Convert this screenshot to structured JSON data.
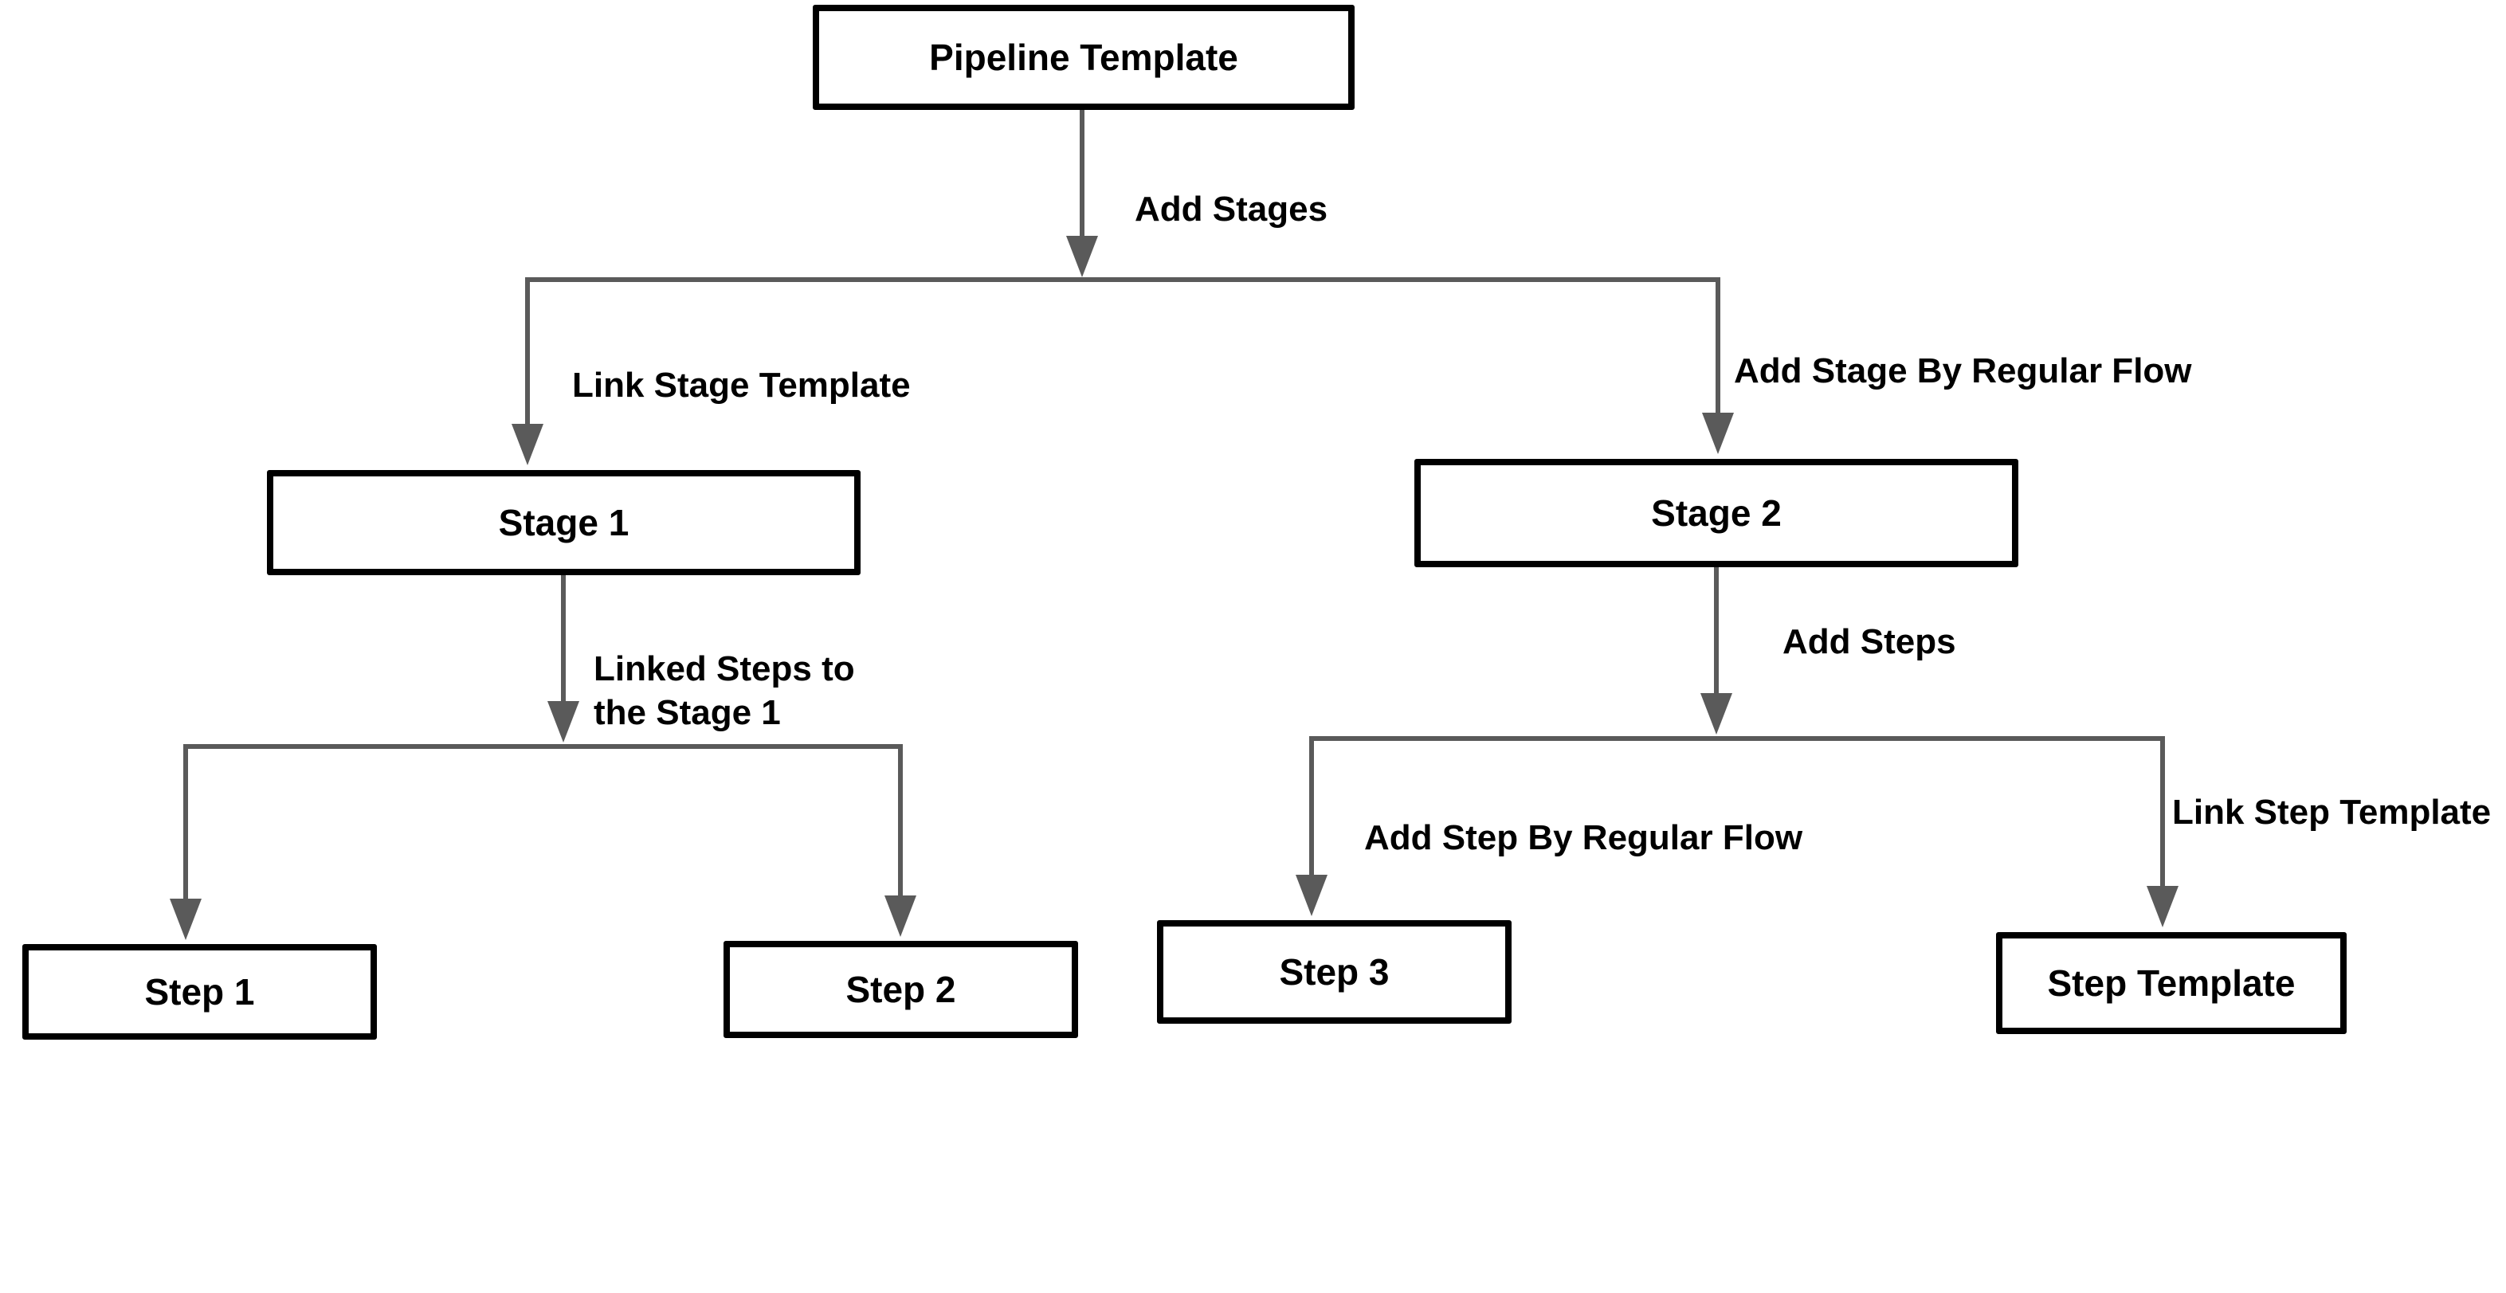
{
  "diagram": {
    "type": "flowchart",
    "direction": "top-down"
  },
  "nodes": {
    "pipeline_template": "Pipeline Template",
    "stage1": "Stage 1",
    "stage2": "Stage 2",
    "step1": "Step 1",
    "step2": "Step 2",
    "step3": "Step 3",
    "step_template": "Step Template"
  },
  "edges": {
    "add_stages": "Add Stages",
    "link_stage_template": "Link Stage Template",
    "add_stage_by_regular_flow": "Add Stage By Regular Flow",
    "linked_steps_to_stage1": "Linked Steps to\nthe Stage 1",
    "add_steps": "Add Steps",
    "add_step_by_regular_flow": "Add Step By Regular Flow",
    "link_step_template": "Link Step Template"
  },
  "relations": [
    {
      "from": "Pipeline Template",
      "to": "Stage 1",
      "label": "Add Stages / Link Stage Template"
    },
    {
      "from": "Pipeline Template",
      "to": "Stage 2",
      "label": "Add Stages / Add Stage By Regular Flow"
    },
    {
      "from": "Stage 1",
      "to": "Step 1",
      "label": "Linked Steps to the Stage 1"
    },
    {
      "from": "Stage 1",
      "to": "Step 2",
      "label": "Linked Steps to the Stage 1"
    },
    {
      "from": "Stage 2",
      "to": "Step 3",
      "label": "Add Steps / Add Step By Regular Flow"
    },
    {
      "from": "Stage 2",
      "to": "Step Template",
      "label": "Add Steps / Link Step Template"
    }
  ],
  "colors": {
    "connector": "#5a5a5a",
    "border": "#000000",
    "node-bg": "#ffffff",
    "text": "#000000",
    "bg": "#ffffff"
  }
}
